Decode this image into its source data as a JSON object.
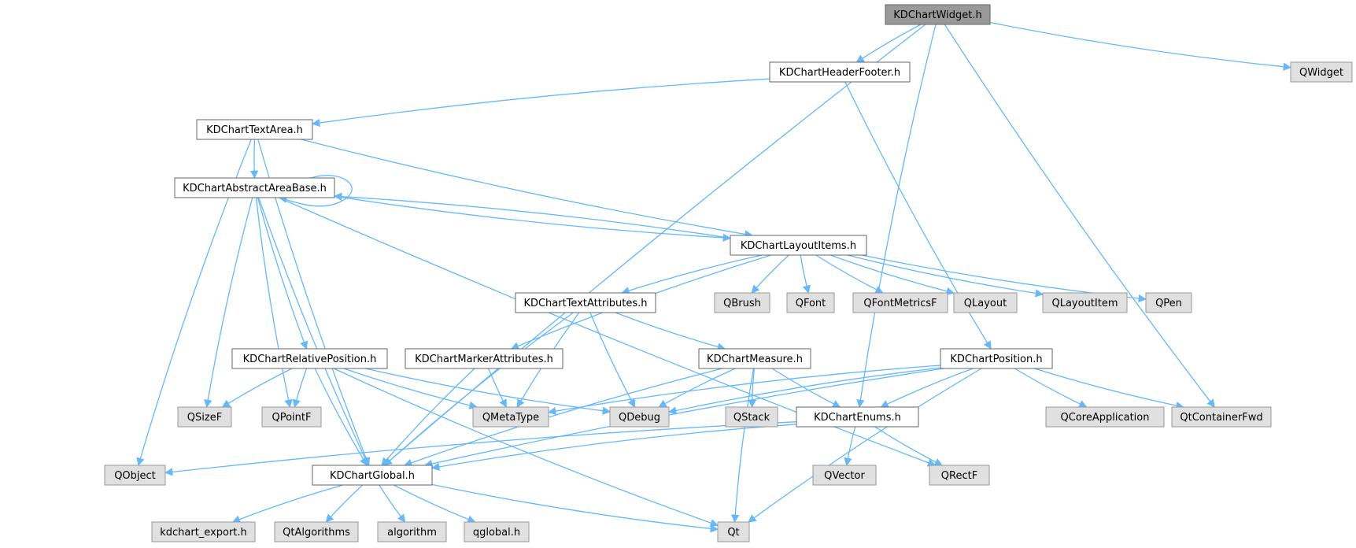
{
  "diagram": {
    "type": "include-dependency-graph",
    "root": "KDChartWidget.h",
    "colors": {
      "edge": "#63b8ff",
      "root_fill": "#999999",
      "header_fill": "#ffffff",
      "header_border": "#666666",
      "external_fill": "#e0e0e0",
      "external_border": "#999999"
    },
    "nodes": [
      {
        "id": "widget",
        "label": "KDChartWidget.h",
        "kind": "root"
      },
      {
        "id": "headerfooter",
        "label": "KDChartHeaderFooter.h",
        "kind": "header"
      },
      {
        "id": "qwidget",
        "label": "QWidget",
        "kind": "external"
      },
      {
        "id": "textarea",
        "label": "KDChartTextArea.h",
        "kind": "header"
      },
      {
        "id": "abstractarea",
        "label": "KDChartAbstractAreaBase.h",
        "kind": "header"
      },
      {
        "id": "layoutitems",
        "label": "KDChartLayoutItems.h",
        "kind": "header"
      },
      {
        "id": "textattr",
        "label": "KDChartTextAttributes.h",
        "kind": "header"
      },
      {
        "id": "qbrush",
        "label": "QBrush",
        "kind": "external"
      },
      {
        "id": "qfont",
        "label": "QFont",
        "kind": "external"
      },
      {
        "id": "qfontmetricsf",
        "label": "QFontMetricsF",
        "kind": "external"
      },
      {
        "id": "qlayout",
        "label": "QLayout",
        "kind": "external"
      },
      {
        "id": "qlayoutitem",
        "label": "QLayoutItem",
        "kind": "external"
      },
      {
        "id": "qpen",
        "label": "QPen",
        "kind": "external"
      },
      {
        "id": "relpos",
        "label": "KDChartRelativePosition.h",
        "kind": "header"
      },
      {
        "id": "markerattr",
        "label": "KDChartMarkerAttributes.h",
        "kind": "header"
      },
      {
        "id": "measure",
        "label": "KDChartMeasure.h",
        "kind": "header"
      },
      {
        "id": "position",
        "label": "KDChartPosition.h",
        "kind": "header"
      },
      {
        "id": "qsizef",
        "label": "QSizeF",
        "kind": "external"
      },
      {
        "id": "qpointf",
        "label": "QPointF",
        "kind": "external"
      },
      {
        "id": "qmetatype",
        "label": "QMetaType",
        "kind": "external"
      },
      {
        "id": "qdebug",
        "label": "QDebug",
        "kind": "external"
      },
      {
        "id": "qstack",
        "label": "QStack",
        "kind": "external"
      },
      {
        "id": "enums",
        "label": "KDChartEnums.h",
        "kind": "header"
      },
      {
        "id": "qcoreapp",
        "label": "QCoreApplication",
        "kind": "external"
      },
      {
        "id": "qtcontainerfwd",
        "label": "QtContainerFwd",
        "kind": "external"
      },
      {
        "id": "qobject",
        "label": "QObject",
        "kind": "external"
      },
      {
        "id": "global",
        "label": "KDChartGlobal.h",
        "kind": "header"
      },
      {
        "id": "qvector",
        "label": "QVector",
        "kind": "external"
      },
      {
        "id": "qrectf",
        "label": "QRectF",
        "kind": "external"
      },
      {
        "id": "kdexport",
        "label": "kdchart_export.h",
        "kind": "external"
      },
      {
        "id": "qtalgorithms",
        "label": "QtAlgorithms",
        "kind": "external"
      },
      {
        "id": "algorithm",
        "label": "algorithm",
        "kind": "external"
      },
      {
        "id": "qglobal",
        "label": "qglobal.h",
        "kind": "external"
      },
      {
        "id": "qt",
        "label": "Qt",
        "kind": "external"
      }
    ],
    "edges": [
      {
        "from": "widget",
        "to": "headerfooter"
      },
      {
        "from": "widget",
        "to": "qwidget"
      },
      {
        "from": "widget",
        "to": "global"
      },
      {
        "from": "widget",
        "to": "enums"
      },
      {
        "from": "widget",
        "to": "qtcontainerfwd"
      },
      {
        "from": "headerfooter",
        "to": "textarea"
      },
      {
        "from": "headerfooter",
        "to": "position"
      },
      {
        "from": "textarea",
        "to": "abstractarea"
      },
      {
        "from": "textarea",
        "to": "layoutitems"
      },
      {
        "from": "textarea",
        "to": "qobject"
      },
      {
        "from": "textarea",
        "to": "global"
      },
      {
        "from": "abstractarea",
        "to": "abstractarea"
      },
      {
        "from": "abstractarea",
        "to": "layoutitems"
      },
      {
        "from": "abstractarea",
        "to": "relpos"
      },
      {
        "from": "abstractarea",
        "to": "qsizef"
      },
      {
        "from": "abstractarea",
        "to": "qpointf"
      },
      {
        "from": "abstractarea",
        "to": "global"
      },
      {
        "from": "abstractarea",
        "to": "qrectf"
      },
      {
        "from": "layoutitems",
        "to": "abstractarea"
      },
      {
        "from": "layoutitems",
        "to": "textattr"
      },
      {
        "from": "layoutitems",
        "to": "markerattr"
      },
      {
        "from": "layoutitems",
        "to": "qbrush"
      },
      {
        "from": "layoutitems",
        "to": "qfont"
      },
      {
        "from": "layoutitems",
        "to": "qfontmetricsf"
      },
      {
        "from": "layoutitems",
        "to": "qlayout"
      },
      {
        "from": "layoutitems",
        "to": "qlayoutitem"
      },
      {
        "from": "layoutitems",
        "to": "qpen"
      },
      {
        "from": "textattr",
        "to": "measure"
      },
      {
        "from": "textattr",
        "to": "qmetatype"
      },
      {
        "from": "textattr",
        "to": "qdebug"
      },
      {
        "from": "textattr",
        "to": "global"
      },
      {
        "from": "relpos",
        "to": "qsizef"
      },
      {
        "from": "relpos",
        "to": "qpointf"
      },
      {
        "from": "relpos",
        "to": "qmetatype"
      },
      {
        "from": "relpos",
        "to": "qdebug"
      },
      {
        "from": "relpos",
        "to": "global"
      },
      {
        "from": "relpos",
        "to": "qt"
      },
      {
        "from": "markerattr",
        "to": "qmetatype"
      },
      {
        "from": "markerattr",
        "to": "global"
      },
      {
        "from": "measure",
        "to": "qdebug"
      },
      {
        "from": "measure",
        "to": "qstack"
      },
      {
        "from": "measure",
        "to": "enums"
      },
      {
        "from": "measure",
        "to": "global"
      },
      {
        "from": "measure",
        "to": "qt"
      },
      {
        "from": "position",
        "to": "qmetatype"
      },
      {
        "from": "position",
        "to": "qdebug"
      },
      {
        "from": "position",
        "to": "enums"
      },
      {
        "from": "position",
        "to": "qcoreapp"
      },
      {
        "from": "position",
        "to": "qtcontainerfwd"
      },
      {
        "from": "position",
        "to": "global"
      },
      {
        "from": "position",
        "to": "qt"
      },
      {
        "from": "enums",
        "to": "qobject"
      },
      {
        "from": "enums",
        "to": "global"
      },
      {
        "from": "enums",
        "to": "qvector"
      },
      {
        "from": "enums",
        "to": "qrectf"
      },
      {
        "from": "global",
        "to": "kdexport"
      },
      {
        "from": "global",
        "to": "qtalgorithms"
      },
      {
        "from": "global",
        "to": "algorithm"
      },
      {
        "from": "global",
        "to": "qglobal"
      },
      {
        "from": "global",
        "to": "qt"
      }
    ]
  }
}
